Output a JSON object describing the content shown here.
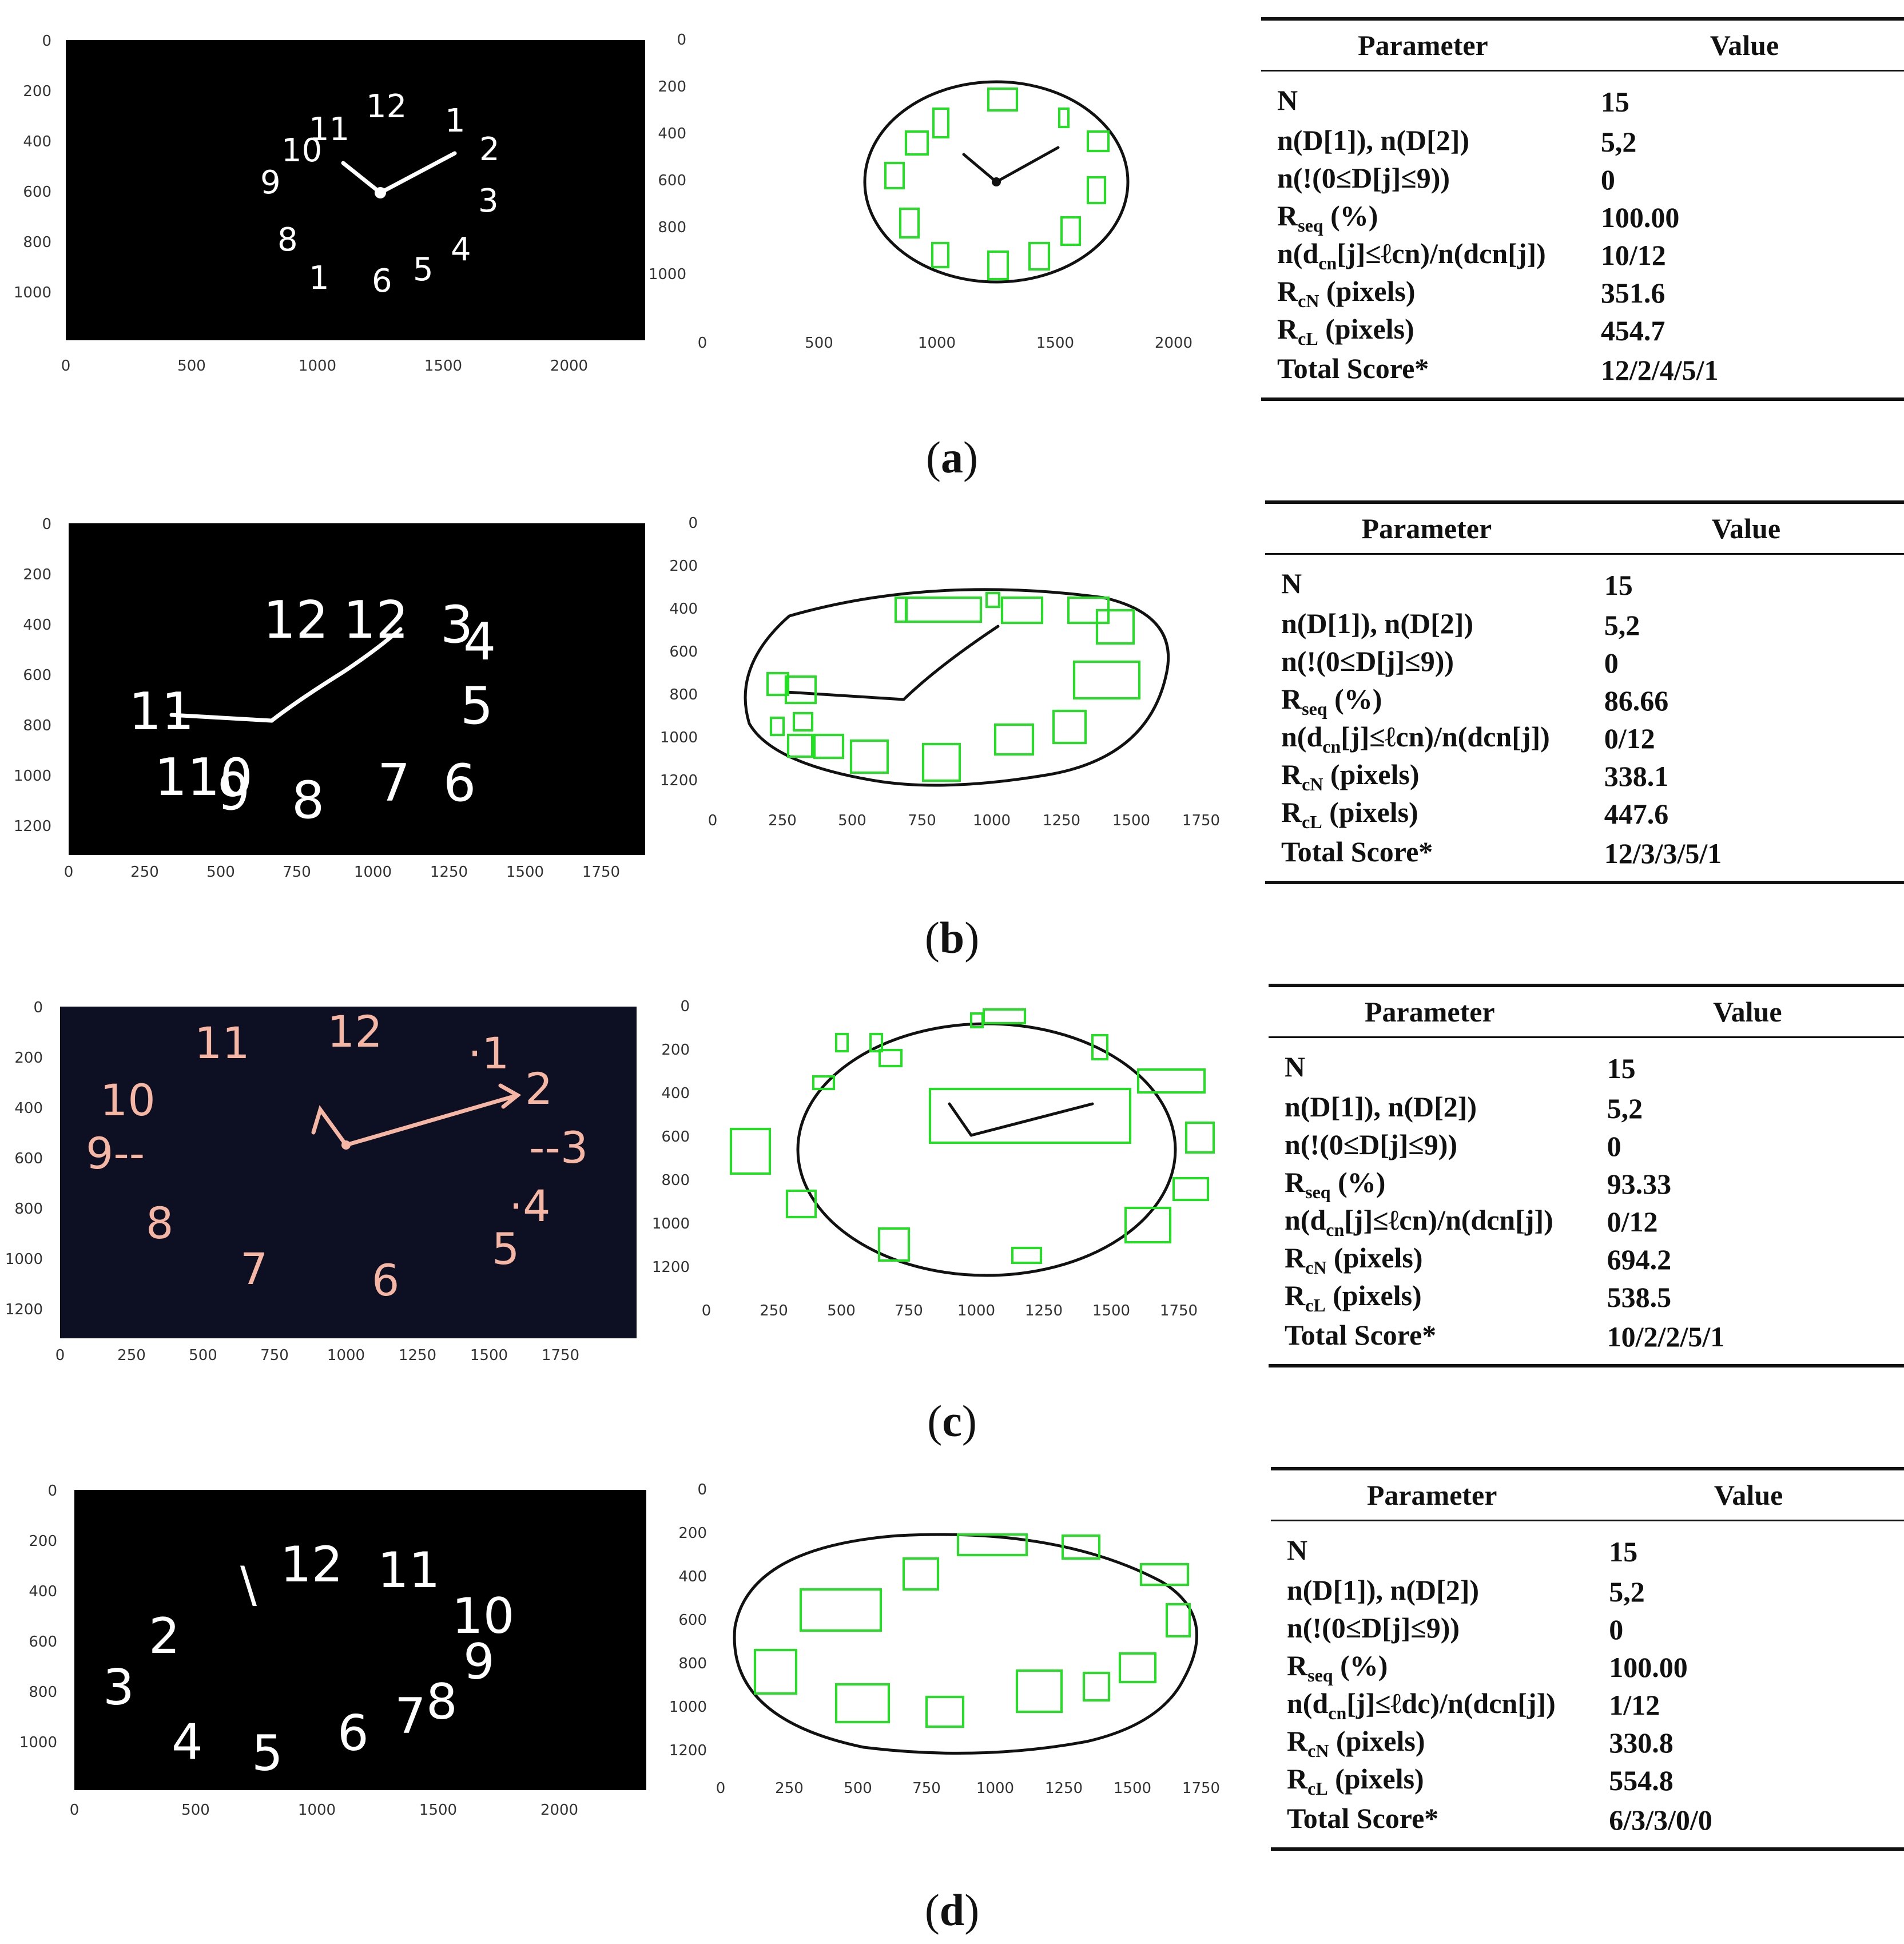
{
  "figure": {
    "panels": [
      {
        "caption_letter": "a",
        "left_axes": {
          "x_ticks": [
            "0",
            "500",
            "1000",
            "1500",
            "2000"
          ],
          "y_ticks": [
            "0",
            "200",
            "400",
            "600",
            "800",
            "1000"
          ]
        },
        "right_axes": {
          "x_ticks": [
            "0",
            "500",
            "1000",
            "1500",
            "2000"
          ],
          "y_ticks": [
            "0",
            "200",
            "400",
            "600",
            "800",
            "1000"
          ]
        },
        "table": {
          "header": [
            "Parameter",
            "Value"
          ],
          "rows": [
            {
              "p_main": "N",
              "p_sub": "",
              "p_rest": "",
              "value": "15"
            },
            {
              "p_main": "n(D[1]), n(D[2])",
              "p_sub": "",
              "p_rest": "",
              "value": "5,2"
            },
            {
              "p_main": "n(!(0≤D[j]≤9))",
              "p_sub": "",
              "p_rest": "",
              "value": "0"
            },
            {
              "p_main": "R",
              "p_sub": "seq",
              "p_rest": " (%)",
              "value": "100.00"
            },
            {
              "p_main": "n(d",
              "p_sub": "cn",
              "p_rest": "[j]≤ℓcn)/n(dcn[j])",
              "value": "10/12"
            },
            {
              "p_main": "R",
              "p_sub": "cN",
              "p_rest": " (pixels)",
              "value": "351.6"
            },
            {
              "p_main": "R",
              "p_sub": "cL",
              "p_rest": " (pixels)",
              "value": "454.7"
            },
            {
              "p_main": "Total Score*",
              "p_sub": "",
              "p_rest": "",
              "value": "12/2/4/5/1"
            }
          ]
        }
      },
      {
        "caption_letter": "b",
        "left_axes": {
          "x_ticks": [
            "0",
            "250",
            "500",
            "750",
            "1000",
            "1250",
            "1500",
            "1750"
          ],
          "y_ticks": [
            "0",
            "200",
            "400",
            "600",
            "800",
            "1000",
            "1200"
          ]
        },
        "right_axes": {
          "x_ticks": [
            "0",
            "250",
            "500",
            "750",
            "1000",
            "1250",
            "1500",
            "1750"
          ],
          "y_ticks": [
            "0",
            "200",
            "400",
            "600",
            "800",
            "1000",
            "1200"
          ]
        },
        "table": {
          "header": [
            "Parameter",
            "Value"
          ],
          "rows": [
            {
              "p_main": "N",
              "p_sub": "",
              "p_rest": "",
              "value": "15"
            },
            {
              "p_main": "n(D[1]), n(D[2])",
              "p_sub": "",
              "p_rest": "",
              "value": "5,2"
            },
            {
              "p_main": "n(!(0≤D[j]≤9))",
              "p_sub": "",
              "p_rest": "",
              "value": "0"
            },
            {
              "p_main": "R",
              "p_sub": "seq",
              "p_rest": " (%)",
              "value": "86.66"
            },
            {
              "p_main": "n(d",
              "p_sub": "cn",
              "p_rest": "[j]≤ℓcn)/n(dcn[j])",
              "value": "0/12"
            },
            {
              "p_main": "R",
              "p_sub": "cN",
              "p_rest": " (pixels)",
              "value": "338.1"
            },
            {
              "p_main": "R",
              "p_sub": "cL",
              "p_rest": " (pixels)",
              "value": "447.6"
            },
            {
              "p_main": "Total Score*",
              "p_sub": "",
              "p_rest": "",
              "value": "12/3/3/5/1"
            }
          ]
        }
      },
      {
        "caption_letter": "c",
        "left_axes": {
          "x_ticks": [
            "0",
            "250",
            "500",
            "750",
            "1000",
            "1250",
            "1500",
            "1750"
          ],
          "y_ticks": [
            "0",
            "200",
            "400",
            "600",
            "800",
            "1000",
            "1200"
          ]
        },
        "right_axes": {
          "x_ticks": [
            "0",
            "250",
            "500",
            "750",
            "1000",
            "1250",
            "1500",
            "1750"
          ],
          "y_ticks": [
            "0",
            "200",
            "400",
            "600",
            "800",
            "1000",
            "1200"
          ]
        },
        "table": {
          "header": [
            "Parameter",
            "Value"
          ],
          "rows": [
            {
              "p_main": "N",
              "p_sub": "",
              "p_rest": "",
              "value": "15"
            },
            {
              "p_main": "n(D[1]), n(D[2])",
              "p_sub": "",
              "p_rest": "",
              "value": "5,2"
            },
            {
              "p_main": "n(!(0≤D[j]≤9))",
              "p_sub": "",
              "p_rest": "",
              "value": "0"
            },
            {
              "p_main": "R",
              "p_sub": "seq",
              "p_rest": " (%)",
              "value": "93.33"
            },
            {
              "p_main": "n(d",
              "p_sub": "cn",
              "p_rest": "[j]≤ℓcn)/n(dcn[j])",
              "value": "0/12"
            },
            {
              "p_main": "R",
              "p_sub": "cN",
              "p_rest": " (pixels)",
              "value": "694.2"
            },
            {
              "p_main": "R",
              "p_sub": "cL",
              "p_rest": " (pixels)",
              "value": "538.5"
            },
            {
              "p_main": "Total Score*",
              "p_sub": "",
              "p_rest": "",
              "value": "10/2/2/5/1"
            }
          ]
        }
      },
      {
        "caption_letter": "d",
        "left_axes": {
          "x_ticks": [
            "0",
            "500",
            "1000",
            "1500",
            "2000"
          ],
          "y_ticks": [
            "0",
            "200",
            "400",
            "600",
            "800",
            "1000"
          ]
        },
        "right_axes": {
          "x_ticks": [
            "0",
            "250",
            "500",
            "750",
            "1000",
            "1250",
            "1500",
            "1750"
          ],
          "y_ticks": [
            "0",
            "200",
            "400",
            "600",
            "800",
            "1000",
            "1200"
          ]
        },
        "table": {
          "header": [
            "Parameter",
            "Value"
          ],
          "rows": [
            {
              "p_main": "N",
              "p_sub": "",
              "p_rest": "",
              "value": "15"
            },
            {
              "p_main": "n(D[1]), n(D[2])",
              "p_sub": "",
              "p_rest": "",
              "value": "5,2"
            },
            {
              "p_main": "n(!(0≤D[j]≤9))",
              "p_sub": "",
              "p_rest": "",
              "value": "0"
            },
            {
              "p_main": "R",
              "p_sub": "seq",
              "p_rest": " (%)",
              "value": "100.00"
            },
            {
              "p_main": "n(d",
              "p_sub": "cn",
              "p_rest": "[j]≤ℓdc)/n(dcn[j])",
              "value": "1/12"
            },
            {
              "p_main": "R",
              "p_sub": "cN",
              "p_rest": " (pixels)",
              "value": "330.8"
            },
            {
              "p_main": "R",
              "p_sub": "cL",
              "p_rest": " (pixels)",
              "value": "554.8"
            },
            {
              "p_main": "Total Score*",
              "p_sub": "",
              "p_rest": "",
              "value": "6/3/3/0/0"
            }
          ]
        }
      }
    ],
    "colors": {
      "dark_bg": "#000000",
      "navy_bg": "#0d0f22",
      "stroke_white": "#ffffff",
      "stroke_salmon": "#f6b6a4",
      "box_green": "#22e022",
      "ink": "#111111"
    }
  }
}
